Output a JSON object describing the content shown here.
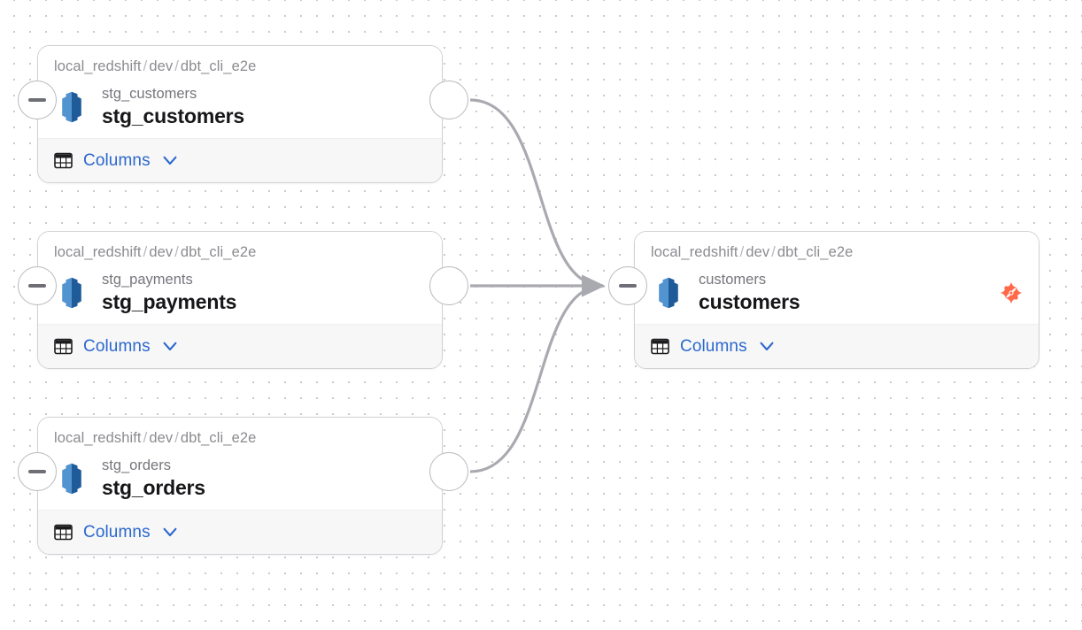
{
  "canvas": {
    "background_color": "#ffffff",
    "dot_color": "#c8c8cc",
    "edge_color": "#a9a9b0"
  },
  "theme": {
    "accent_blue": "#2b68cc",
    "dbt_orange": "#ff694a",
    "redshift_blue": "#3f7fbf",
    "node_border": "#d2d2d6",
    "footer_bg": "#f7f7f8",
    "muted_text": "#8b8b90",
    "title_text": "#17171a"
  },
  "nodes": [
    {
      "id": "stg_customers",
      "breadcrumb": {
        "database": "local_redshift",
        "schema": "dev",
        "project": "dbt_cli_e2e"
      },
      "source_icon": "redshift-icon",
      "subtitle": "stg_customers",
      "title": "stg_customers",
      "footer": {
        "icon": "table-icon",
        "label": "Columns",
        "chevron": "chevron-down-icon"
      },
      "badge": null
    },
    {
      "id": "stg_payments",
      "breadcrumb": {
        "database": "local_redshift",
        "schema": "dev",
        "project": "dbt_cli_e2e"
      },
      "source_icon": "redshift-icon",
      "subtitle": "stg_payments",
      "title": "stg_payments",
      "footer": {
        "icon": "table-icon",
        "label": "Columns",
        "chevron": "chevron-down-icon"
      },
      "badge": null
    },
    {
      "id": "stg_orders",
      "breadcrumb": {
        "database": "local_redshift",
        "schema": "dev",
        "project": "dbt_cli_e2e"
      },
      "source_icon": "redshift-icon",
      "subtitle": "stg_orders",
      "title": "stg_orders",
      "footer": {
        "icon": "table-icon",
        "label": "Columns",
        "chevron": "chevron-down-icon"
      },
      "badge": null
    },
    {
      "id": "customers",
      "breadcrumb": {
        "database": "local_redshift",
        "schema": "dev",
        "project": "dbt_cli_e2e"
      },
      "source_icon": "redshift-icon",
      "subtitle": "customers",
      "title": "customers",
      "footer": {
        "icon": "table-icon",
        "label": "Columns",
        "chevron": "chevron-down-icon"
      },
      "badge": "dbt-logo-icon"
    }
  ],
  "edges": [
    {
      "from": "stg_customers",
      "to": "customers"
    },
    {
      "from": "stg_payments",
      "to": "customers"
    },
    {
      "from": "stg_orders",
      "to": "customers"
    }
  ],
  "handles": {
    "collapse_glyph": "minus-icon",
    "expand_glyph": "circle-handle"
  }
}
